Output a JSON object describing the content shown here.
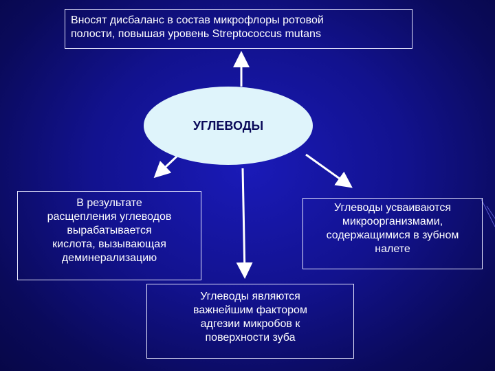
{
  "center": {
    "label": "УГЛЕВОДЫ"
  },
  "boxes": {
    "top": "Вносят дисбаланс в состав микрофлоры ротовой\nполости, повышая уровень Streptococcus mutans",
    "left": "В результате\nрасщепления углеводов\nвырабатывается\nкислота, вызывающая\nдеминерализацию",
    "right": "Углеводы усваиваются\nмикроорганизмами,\nсодержащимися в зубном\nналете",
    "bottom": "Углеводы являются\nважнейшим фактором\nадгезии микробов к\nповерхности зуба"
  },
  "colors": {
    "background": "#12128e",
    "ellipse": "#dff4fb",
    "text": "#ffffff",
    "arrow": "#ffffff"
  }
}
